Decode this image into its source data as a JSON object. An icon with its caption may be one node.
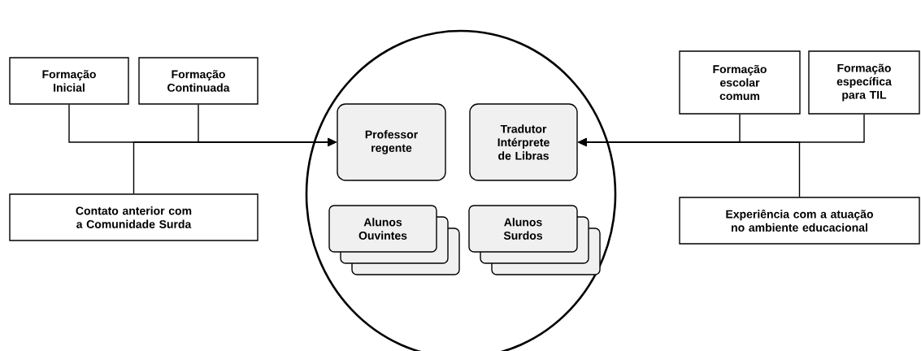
{
  "diagram": {
    "nodes": [
      {
        "text": [],
        "shape": "circle"
      },
      {
        "text": [
          "Formação Inicial"
        ]
      },
      {
        "text": [
          "Formação Continuada"
        ]
      },
      {
        "text": [
          "Contato anterior com a Comunidade Surda"
        ]
      },
      {
        "text": [
          "Professor regente"
        ],
        "in": 0
      },
      {
        "text": [
          "Tradutor Intérprete de Libras"
        ],
        "in": 0
      },
      {
        "text": [
          "Alunos Ouvintes"
        ],
        "in": 0
      },
      {
        "text": [
          "Alunos Surdos"
        ],
        "in": 0
      },
      {
        "text": [
          "Formação escolar comum"
        ]
      },
      {
        "text": [
          "Formação específica para TIL"
        ]
      },
      {
        "text": [
          "Experiência com a atuação no ambiente educacional"
        ]
      }
    ],
    "edges": [
      {
        "from": 1,
        "to": 4,
        "arrow": "to"
      },
      {
        "from": 2,
        "to": 4,
        "arrow": "to"
      },
      {
        "from": 3,
        "to": 4,
        "arrow": "to"
      },
      {
        "from": 8,
        "to": 5,
        "arrow": "to"
      },
      {
        "from": 9,
        "to": 5,
        "arrow": "to"
      },
      {
        "from": 10,
        "to": 5,
        "arrow": "to"
      }
    ]
  }
}
